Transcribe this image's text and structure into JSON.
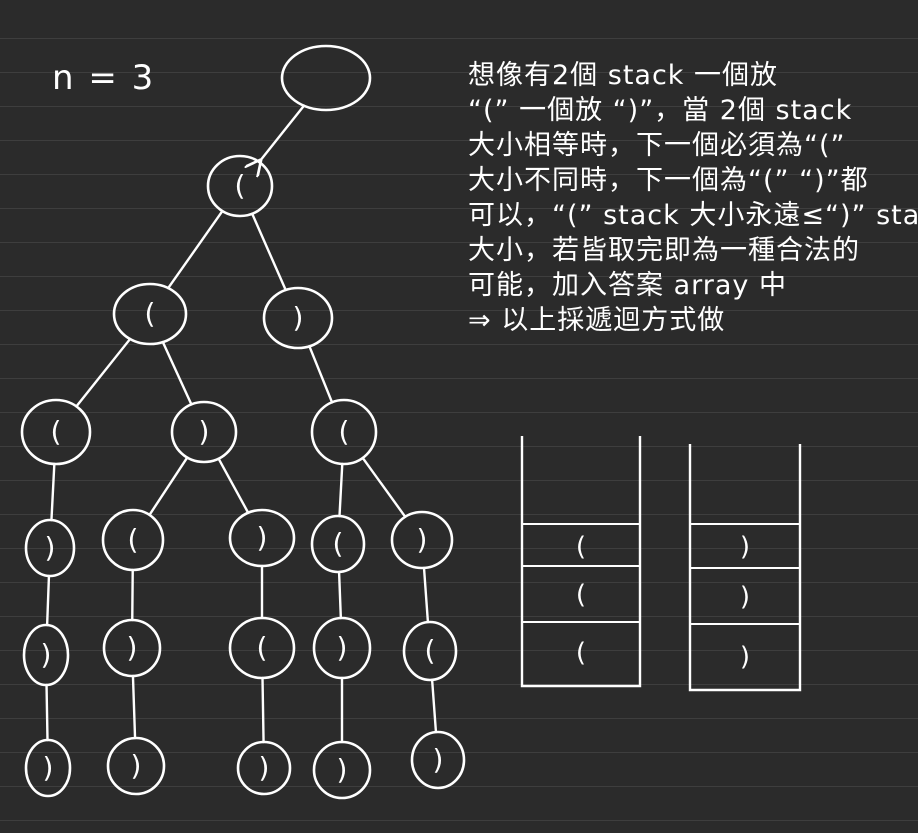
{
  "n_label": "n = 3",
  "notes": [
    "想像有2個 stack 一個放",
    "“(” 一個放 “)”，當 2個 stack",
    "大小相等時，下一個必須為“(”",
    "大小不同時，下一個為“(” “)”都",
    "可以，“(” stack 大小永遠≤“)” stack",
    "大小，若皆取完即為一種合法的",
    "可能，加入答案 array 中",
    "⇒ 以上採遞迴方式做"
  ],
  "tree": {
    "root": "",
    "nodes": [
      {
        "id": "L1",
        "label": "("
      },
      {
        "id": "L2a",
        "label": "("
      },
      {
        "id": "L2b",
        "label": ")"
      },
      {
        "id": "L3a",
        "label": "("
      },
      {
        "id": "L3b",
        "label": ")"
      },
      {
        "id": "L3c",
        "label": "("
      },
      {
        "id": "L4a",
        "label": ")"
      },
      {
        "id": "L4b",
        "label": "("
      },
      {
        "id": "L4c",
        "label": ")"
      },
      {
        "id": "L4d",
        "label": "("
      },
      {
        "id": "L4e",
        "label": ")"
      },
      {
        "id": "L5a",
        "label": ")"
      },
      {
        "id": "L5b",
        "label": ")"
      },
      {
        "id": "L5c",
        "label": "("
      },
      {
        "id": "L5d",
        "label": ")"
      },
      {
        "id": "L5e",
        "label": "("
      },
      {
        "id": "L6a",
        "label": ")"
      },
      {
        "id": "L6b",
        "label": ")"
      },
      {
        "id": "L6c",
        "label": ")"
      },
      {
        "id": "L6d",
        "label": ")"
      },
      {
        "id": "L6e",
        "label": ")"
      }
    ],
    "edges": [
      [
        "root",
        "L1"
      ],
      [
        "L1",
        "L2a"
      ],
      [
        "L1",
        "L2b"
      ],
      [
        "L2a",
        "L3a"
      ],
      [
        "L2a",
        "L3b"
      ],
      [
        "L2b",
        "L3c"
      ],
      [
        "L3a",
        "L4a"
      ],
      [
        "L3b",
        "L4b"
      ],
      [
        "L3b",
        "L4c"
      ],
      [
        "L3c",
        "L4d"
      ],
      [
        "L3c",
        "L4e"
      ],
      [
        "L4a",
        "L5a"
      ],
      [
        "L4b",
        "L5b"
      ],
      [
        "L4c",
        "L5c"
      ],
      [
        "L4d",
        "L5d"
      ],
      [
        "L4e",
        "L5e"
      ],
      [
        "L5a",
        "L6a"
      ],
      [
        "L5b",
        "L6b"
      ],
      [
        "L5c",
        "L6c"
      ],
      [
        "L5d",
        "L6d"
      ],
      [
        "L5e",
        "L6e"
      ]
    ]
  },
  "stacks": [
    {
      "name": "open-stack",
      "items": [
        "(",
        "(",
        "("
      ]
    },
    {
      "name": "close-stack",
      "items": [
        ")",
        ")",
        ")"
      ]
    }
  ]
}
